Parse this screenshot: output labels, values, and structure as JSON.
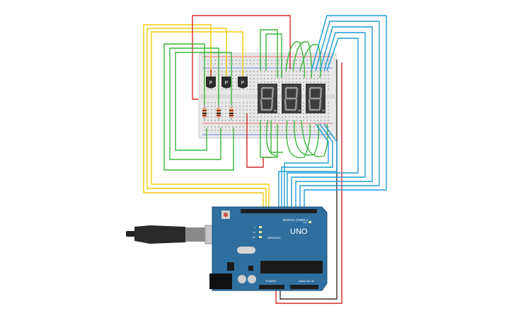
{
  "board": {
    "logo": "UNO",
    "brand": "ARDUINO",
    "digital_label": "DIGITAL (PWM~)",
    "power_label": "POWER",
    "analog_label": "ANALOG IN",
    "led_on": "ON",
    "led_tx": "TX",
    "led_rx": "RX",
    "led_l": "L"
  },
  "transistors": [
    {
      "label": "P"
    },
    {
      "label": "P"
    },
    {
      "label": "P"
    }
  ],
  "displays": [
    {
      "digit": "8"
    },
    {
      "digit": "8"
    },
    {
      "digit": "8"
    }
  ],
  "colors": {
    "wire_yellow": "#f2cc0c",
    "wire_red": "#d42828",
    "wire_green": "#3ab83a",
    "wire_blue": "#1e9bd6",
    "wire_black": "#333333",
    "board_blue": "#2f6f9f",
    "breadboard": "#e7e7e7",
    "display_bg": "#3c3c3c",
    "segment": "#9a9a9a"
  },
  "icons": [
    "usb-cable-icon",
    "reset-button-icon",
    "power-jack-icon",
    "microcontroller-chip-icon"
  ]
}
